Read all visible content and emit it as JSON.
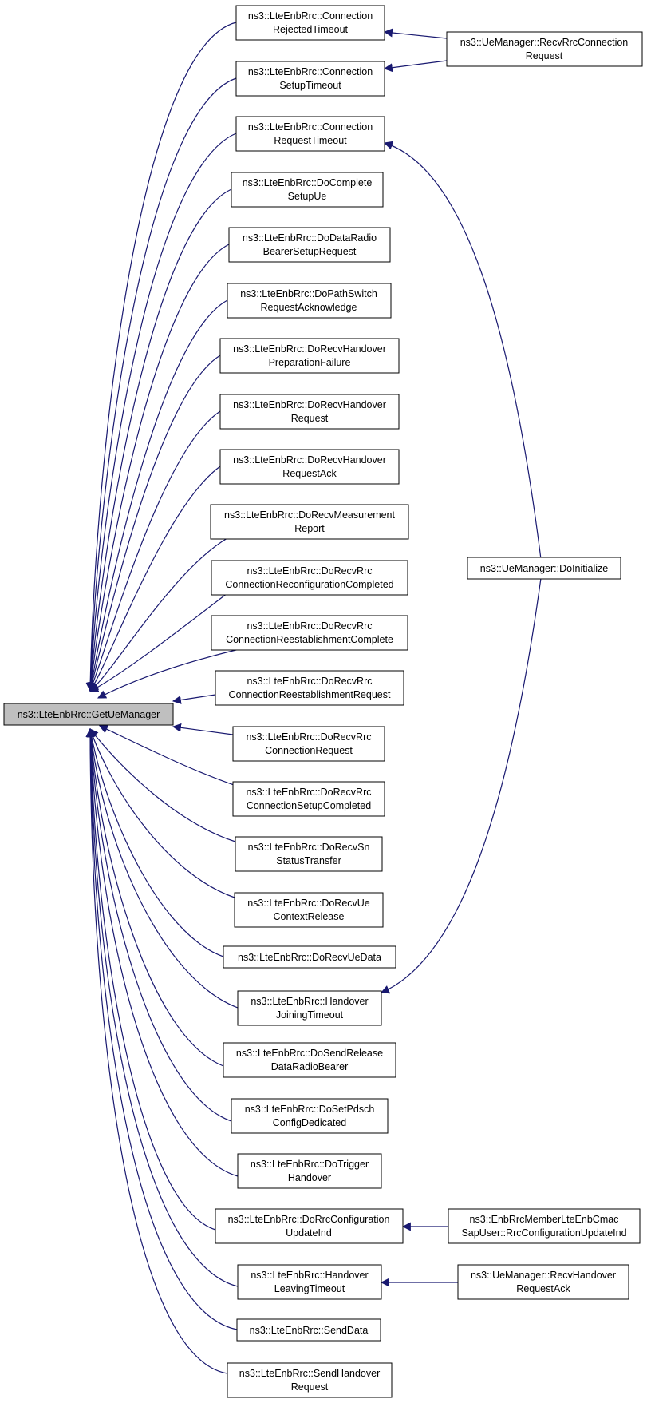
{
  "colors": {
    "edge": "#191970",
    "root_fill": "#bfbfbf",
    "node_fill": "#ffffff",
    "stroke": "#000000"
  },
  "nodes": {
    "root": [
      "ns3::LteEnbRrc::GetUeManager"
    ],
    "conn_rejected_timeout": [
      "ns3::LteEnbRrc::Connection",
      "RejectedTimeout"
    ],
    "conn_setup_timeout": [
      "ns3::LteEnbRrc::Connection",
      "SetupTimeout"
    ],
    "conn_request_timeout": [
      "ns3::LteEnbRrc::Connection",
      "RequestTimeout"
    ],
    "do_complete_setup_ue": [
      "ns3::LteEnbRrc::DoComplete",
      "SetupUe"
    ],
    "do_data_radio_bearer_setup_request": [
      "ns3::LteEnbRrc::DoDataRadio",
      "BearerSetupRequest"
    ],
    "do_path_switch_request_ack": [
      "ns3::LteEnbRrc::DoPathSwitch",
      "RequestAcknowledge"
    ],
    "do_recv_handover_preparation_failure": [
      "ns3::LteEnbRrc::DoRecvHandover",
      "PreparationFailure"
    ],
    "do_recv_handover_request": [
      "ns3::LteEnbRrc::DoRecvHandover",
      "Request"
    ],
    "do_recv_handover_request_ack": [
      "ns3::LteEnbRrc::DoRecvHandover",
      "RequestAck"
    ],
    "do_recv_measurement_report": [
      "ns3::LteEnbRrc::DoRecvMeasurement",
      "Report"
    ],
    "do_recv_rrc_conn_reconfig_completed": [
      "ns3::LteEnbRrc::DoRecvRrc",
      "ConnectionReconfigurationCompleted"
    ],
    "do_recv_rrc_conn_reestablishment_complete": [
      "ns3::LteEnbRrc::DoRecvRrc",
      "ConnectionReestablishmentComplete"
    ],
    "do_recv_rrc_conn_reestablishment_request": [
      "ns3::LteEnbRrc::DoRecvRrc",
      "ConnectionReestablishmentRequest"
    ],
    "do_recv_rrc_conn_request": [
      "ns3::LteEnbRrc::DoRecvRrc",
      "ConnectionRequest"
    ],
    "do_recv_rrc_conn_setup_completed": [
      "ns3::LteEnbRrc::DoRecvRrc",
      "ConnectionSetupCompleted"
    ],
    "do_recv_sn_status_transfer": [
      "ns3::LteEnbRrc::DoRecvSn",
      "StatusTransfer"
    ],
    "do_recv_ue_context_release": [
      "ns3::LteEnbRrc::DoRecvUe",
      "ContextRelease"
    ],
    "do_recv_ue_data": [
      "ns3::LteEnbRrc::DoRecvUeData"
    ],
    "handover_joining_timeout": [
      "ns3::LteEnbRrc::Handover",
      "JoiningTimeout"
    ],
    "do_send_release_data_radio_bearer": [
      "ns3::LteEnbRrc::DoSendRelease",
      "DataRadioBearer"
    ],
    "do_set_pdsch_config_dedicated": [
      "ns3::LteEnbRrc::DoSetPdsch",
      "ConfigDedicated"
    ],
    "do_trigger_handover": [
      "ns3::LteEnbRrc::DoTrigger",
      "Handover"
    ],
    "do_rrc_configuration_update_ind": [
      "ns3::LteEnbRrc::DoRrcConfiguration",
      "UpdateInd"
    ],
    "handover_leaving_timeout": [
      "ns3::LteEnbRrc::Handover",
      "LeavingTimeout"
    ],
    "send_data": [
      "ns3::LteEnbRrc::SendData"
    ],
    "send_handover_request": [
      "ns3::LteEnbRrc::SendHandover",
      "Request"
    ],
    "ue_manager_recv_rrc_connection_request": [
      "ns3::UeManager::RecvRrcConnection",
      "Request"
    ],
    "ue_manager_do_initialize": [
      "ns3::UeManager::DoInitialize"
    ],
    "enb_rrc_member_cmac_sap_user": [
      "ns3::EnbRrcMemberLteEnbCmac",
      "SapUser::RrcConfigurationUpdateInd"
    ],
    "ue_manager_recv_handover_request_ack": [
      "ns3::UeManager::RecvHandover",
      "RequestAck"
    ]
  }
}
